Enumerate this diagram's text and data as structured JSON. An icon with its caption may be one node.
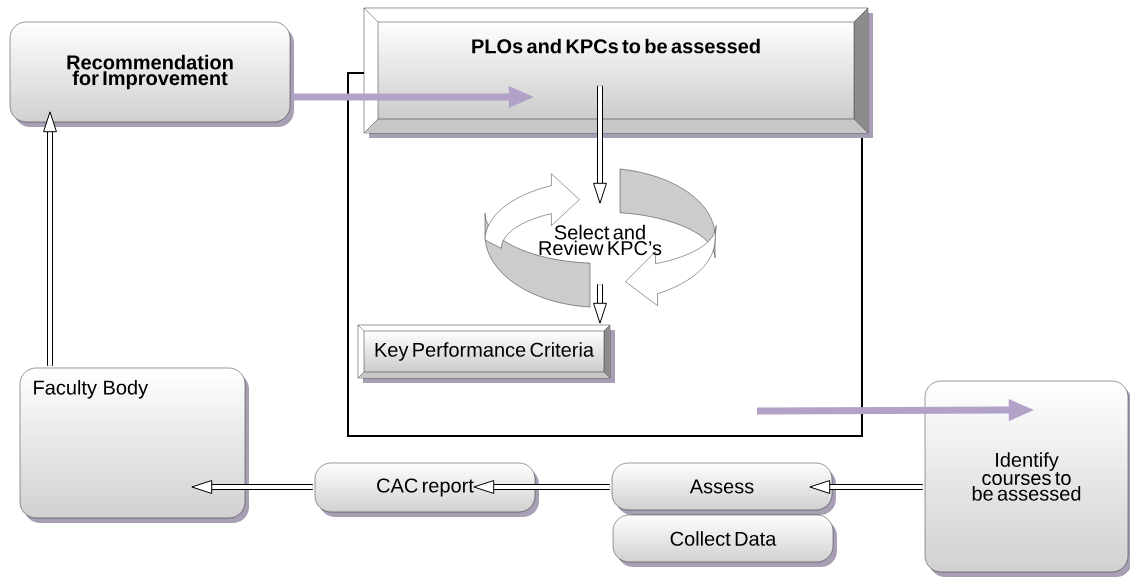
{
  "diagram": {
    "nodes": [
      {
        "text": [
          "Recommendation for Improvement"
        ]
      },
      {
        "text": [],
        "shape": "box"
      },
      {
        "text": [
          "PLOs and KPCs to be assessed"
        ]
      },
      {
        "text": [
          "Select and Review KPC’s"
        ],
        "in": 1
      },
      {
        "text": [
          "Key Performance Criteria"
        ],
        "in": 1
      },
      {
        "text": [
          "Faculty Body"
        ]
      },
      {
        "text": [
          "CAC report"
        ]
      },
      {
        "text": [
          "Assess"
        ]
      },
      {
        "text": [
          "Collect Data"
        ]
      },
      {
        "text": [
          "Identify courses to be assessed"
        ]
      }
    ],
    "edges": [
      {
        "from": 0,
        "to": 2,
        "arrow": "to",
        "color": "#b3a2c7"
      },
      {
        "from": 2,
        "to": 3,
        "arrow": "to"
      },
      {
        "from": 3,
        "to": 4,
        "arrow": "to"
      },
      {
        "from": 1,
        "to": 9,
        "arrow": "to",
        "color": "#b3a2c7"
      },
      {
        "from": 9,
        "to": 7,
        "arrow": "to"
      },
      {
        "from": 7,
        "to": 6,
        "arrow": "to"
      },
      {
        "from": 6,
        "to": 5,
        "arrow": "to"
      },
      {
        "from": 5,
        "to": 0,
        "arrow": "to"
      }
    ]
  }
}
